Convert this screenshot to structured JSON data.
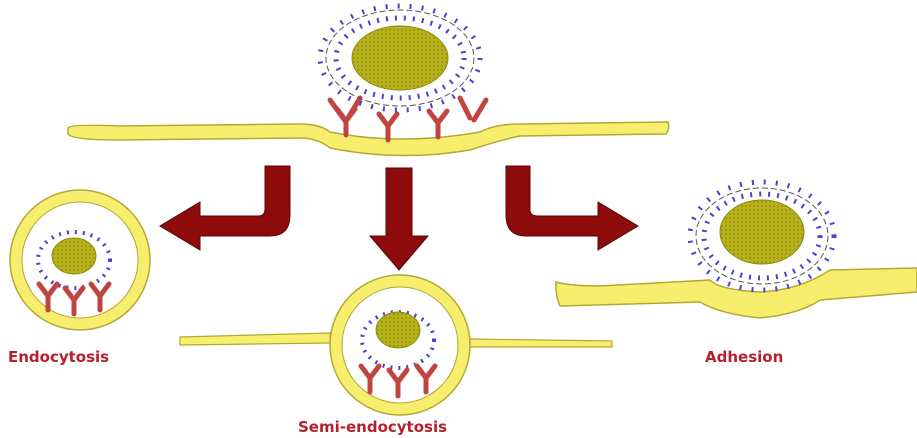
{
  "labels": {
    "endocytosis": "Endocytosis",
    "semi_endocytosis": "Semi-endocytosis",
    "adhesion": "Adhesion"
  },
  "colors": {
    "membrane_fill": "#f8ee6e",
    "membrane_stroke": "#b3a833",
    "core_fill": "#b8b21a",
    "ligand_dot": "#4d3fd0",
    "ligand_line": "#3a3a3a",
    "receptor": "#c0443f",
    "arrow": "#8e0b0b",
    "label_text": "#b5202a"
  },
  "icons": [
    "nanoparticle-icon",
    "receptor-icon",
    "arrow-icon",
    "cell-membrane-icon",
    "vesicle-icon"
  ]
}
